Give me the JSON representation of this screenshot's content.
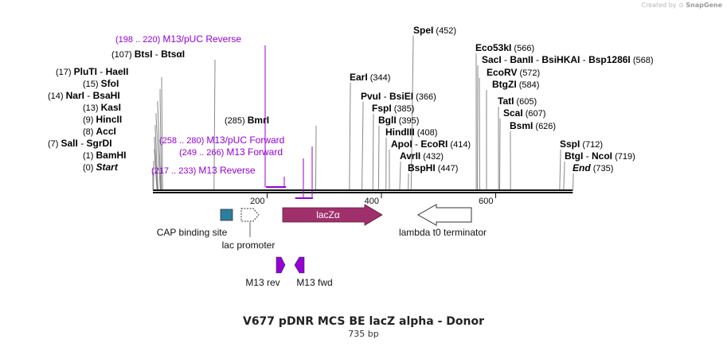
{
  "credit": {
    "prefix": "Created by",
    "brand": "SnapGene"
  },
  "title": "V677 pDNR MCS BE lacZ alpha - Donor",
  "subtitle": "735 bp",
  "sequence_length": 735,
  "backbone_ticks": [
    200,
    400,
    600
  ],
  "colors": {
    "primer": "#9400d3",
    "lacz": "#a0306b",
    "cap": "#2a7f9e",
    "line": "#888888",
    "text": "#000000"
  },
  "sites": [
    {
      "name": "Start",
      "pos": 0,
      "label": "(0)",
      "italic": true
    },
    {
      "name": "BamHI",
      "pos": 1,
      "label": "(1)"
    },
    {
      "name": "SalI",
      "extra": "SgrDI",
      "pos": 7,
      "label": "(7)"
    },
    {
      "name": "AccI",
      "pos": 8,
      "label": "(8)"
    },
    {
      "name": "HincII",
      "pos": 9,
      "label": "(9)"
    },
    {
      "name": "KasI",
      "pos": 13,
      "label": "(13)"
    },
    {
      "name": "NarI",
      "extra": "BsaHI",
      "pos": 14,
      "label": "(14)"
    },
    {
      "name": "SfoI",
      "pos": 15,
      "label": "(15)"
    },
    {
      "name": "PluTI",
      "extra": "HaeII",
      "pos": 17,
      "label": "(17)"
    },
    {
      "name": "BtsI",
      "extra": "BtsαI",
      "pos": 107,
      "label": "(107)"
    },
    {
      "name": "BmrI",
      "pos": 285,
      "label": "(285)"
    },
    {
      "name": "EarI",
      "pos": 344,
      "label": "(344)",
      "num_right": true
    },
    {
      "name": "PvuI",
      "extra": "BsiEI",
      "pos": 366,
      "label": "(366)",
      "num_right": true
    },
    {
      "name": "FspI",
      "pos": 385,
      "label": "(385)",
      "num_right": true
    },
    {
      "name": "BglI",
      "pos": 395,
      "label": "(395)",
      "num_right": true
    },
    {
      "name": "HindIII",
      "pos": 408,
      "label": "(408)",
      "num_right": true
    },
    {
      "name": "ApoI",
      "extra": "EcoRI",
      "pos": 414,
      "label": "(414)",
      "num_right": true
    },
    {
      "name": "AvrII",
      "pos": 432,
      "label": "(432)",
      "num_right": true
    },
    {
      "name": "BspHI",
      "pos": 447,
      "label": "(447)",
      "num_right": true
    },
    {
      "name": "SpeI",
      "pos": 452,
      "label": "(452)",
      "num_right": true
    },
    {
      "name": "Eco53kI",
      "pos": 566,
      "label": "(566)",
      "num_right": true
    },
    {
      "name": "SacI",
      "extra": "BanII",
      "extra2": "BsiHKAI",
      "extra3": "Bsp1286I",
      "pos": 568,
      "label": "(568)",
      "num_right": true
    },
    {
      "name": "EcoRV",
      "pos": 572,
      "label": "(572)",
      "num_right": true
    },
    {
      "name": "BtgZI",
      "pos": 584,
      "label": "(584)",
      "num_right": true
    },
    {
      "name": "TatI",
      "pos": 605,
      "label": "(605)",
      "num_right": true
    },
    {
      "name": "ScaI",
      "pos": 607,
      "label": "(607)",
      "num_right": true
    },
    {
      "name": "BsmI",
      "pos": 626,
      "label": "(626)",
      "num_right": true
    },
    {
      "name": "SspI",
      "pos": 712,
      "label": "(712)",
      "num_right": true
    },
    {
      "name": "BtgI",
      "extra": "NcoI",
      "pos": 719,
      "label": "(719)",
      "num_right": true
    },
    {
      "name": "End",
      "pos": 735,
      "label": "(735)",
      "num_right": true,
      "italic": true
    }
  ],
  "primers": [
    {
      "name": "M13/pUC Reverse",
      "range": "(198 .. 220)",
      "start": 198,
      "end": 220
    },
    {
      "name": "M13 Reverse",
      "range": "(217 .. 233)",
      "start": 217,
      "end": 233
    },
    {
      "name": "M13/pUC Forward",
      "range": "(258 .. 280)",
      "start": 258,
      "end": 280
    },
    {
      "name": "M13 Forward",
      "range": "(249 .. 266)",
      "start": 249,
      "end": 266
    }
  ],
  "features": [
    {
      "name": "CAP binding site",
      "type": "box"
    },
    {
      "name": "lac promoter",
      "type": "promoter"
    },
    {
      "name": "lacZα",
      "type": "gene"
    },
    {
      "name": "lambda t0 terminator",
      "type": "terminator"
    }
  ],
  "primer_features": [
    {
      "name": "M13 rev",
      "direction": "right"
    },
    {
      "name": "M13 fwd",
      "direction": "left"
    }
  ]
}
